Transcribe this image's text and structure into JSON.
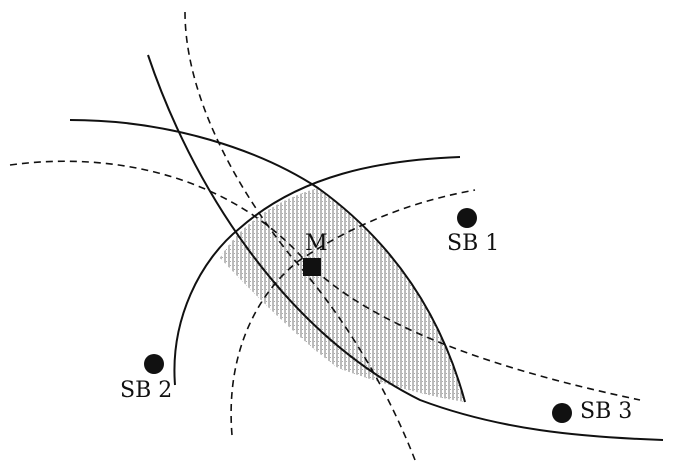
{
  "diagram": {
    "base_stations": [
      {
        "id": "sb1",
        "label": "SB 1"
      },
      {
        "id": "sb2",
        "label": "SB 2"
      },
      {
        "id": "sb3",
        "label": "SB 3"
      }
    ],
    "mobile": {
      "label": "M"
    },
    "colors": {
      "stroke": "#111111",
      "shading": "#888888",
      "background": "#ffffff"
    }
  }
}
